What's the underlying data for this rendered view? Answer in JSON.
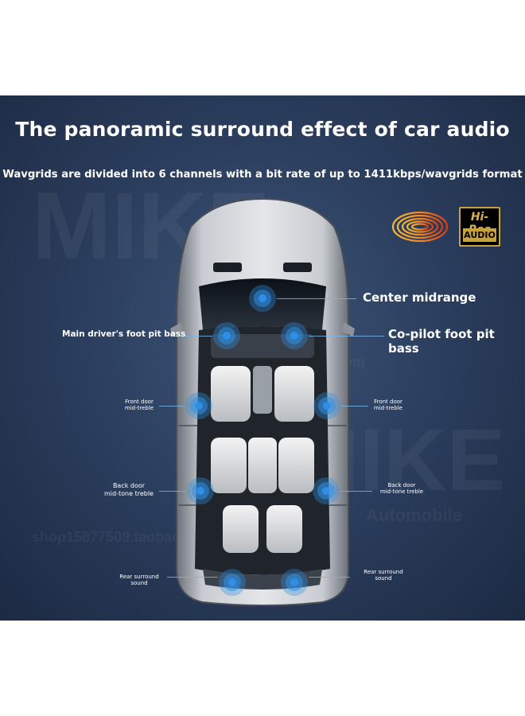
{
  "title": "The panoramic surround effect of car audio",
  "subtitle": "Wavgrids are divided into 6 channels with a bit rate of up to 1411kbps/wavgrids format",
  "badge": {
    "top": "Hi-Res",
    "bottom": "AUDIO"
  },
  "watermark": {
    "brand": "MIKE",
    "line1": "Automobile",
    "line2": "shop15877509.taobao.com"
  },
  "labels": {
    "center_midrange": "Center midrange",
    "main_driver_bass": "Main driver's foot pit bass",
    "copilot_bass": "Co-pilot foot pit bass",
    "front_door_left": [
      "Front door",
      "mid-treble"
    ],
    "front_door_right": [
      "Front door",
      "mid-treble"
    ],
    "back_door_left": [
      "Back door",
      "mid-tone treble"
    ],
    "back_door_right": [
      "Back door",
      "mid-tone treble"
    ],
    "rear_surround_left": "Rear surround sound",
    "rear_surround_right": [
      "Rear surround",
      "sound"
    ]
  },
  "colors": {
    "background": "#2c3f5f",
    "speaker": "#2f8fe6",
    "badge_gold": "#c9a13b"
  }
}
